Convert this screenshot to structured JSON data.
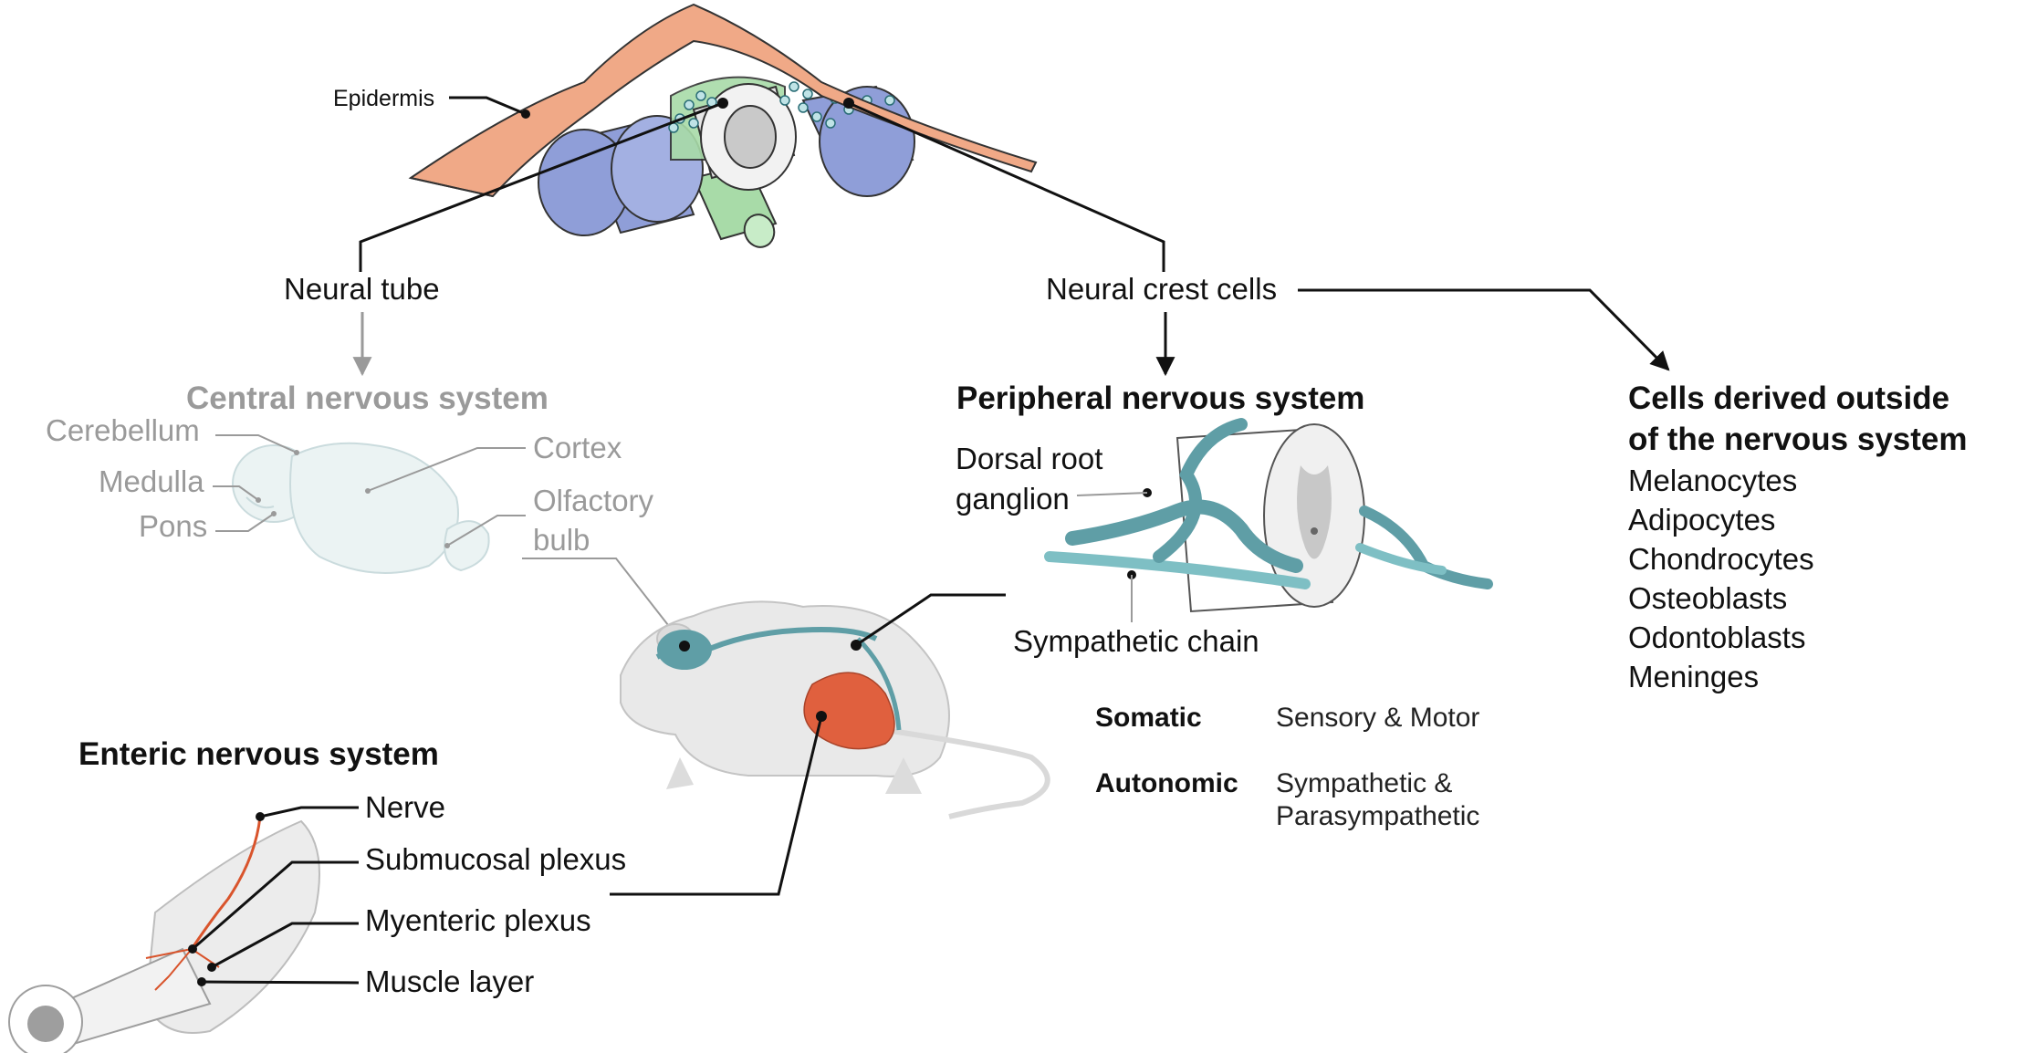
{
  "embryo": {
    "epidermis_label": "Epidermis"
  },
  "branches": {
    "neural_tube": "Neural tube",
    "neural_crest": "Neural crest cells"
  },
  "cns": {
    "title": "Central nervous system",
    "labels": {
      "cerebellum": "Cerebellum",
      "medulla": "Medulla",
      "pons": "Pons",
      "cortex": "Cortex",
      "olfactory_line1": "Olfactory",
      "olfactory_line2": "bulb"
    }
  },
  "pns": {
    "title": "Peripheral nervous system",
    "drg_line1": "Dorsal root",
    "drg_line2": "ganglion",
    "sympathetic_chain": "Sympathetic chain",
    "types": [
      {
        "name": "Somatic",
        "desc_line1": "Sensory & Motor",
        "desc_line2": ""
      },
      {
        "name": "Autonomic",
        "desc_line1": "Sympathetic &",
        "desc_line2": "Parasympathetic"
      }
    ]
  },
  "outside": {
    "title_line1": "Cells derived outside",
    "title_line2": "of the nervous system",
    "cells": [
      "Melanocytes",
      "Adipocytes",
      "Chondrocytes",
      "Osteoblasts",
      "Odontoblasts",
      "Meninges"
    ]
  },
  "ens": {
    "title": "Enteric nervous system",
    "labels": [
      "Nerve",
      "Submucosal plexus",
      "Myenteric plexus",
      "Muscle layer"
    ]
  },
  "colors": {
    "epidermis": "#f0a987",
    "somite": "#8f9ed8",
    "notochord": "#a8dba8",
    "neural_crest": "#7ebfc4",
    "nervous_tissue": "#5f9ea6",
    "gut_organ": "#e0603e",
    "enteric_nerve": "#d9542c",
    "cns_grey": "#9a9a9a"
  }
}
